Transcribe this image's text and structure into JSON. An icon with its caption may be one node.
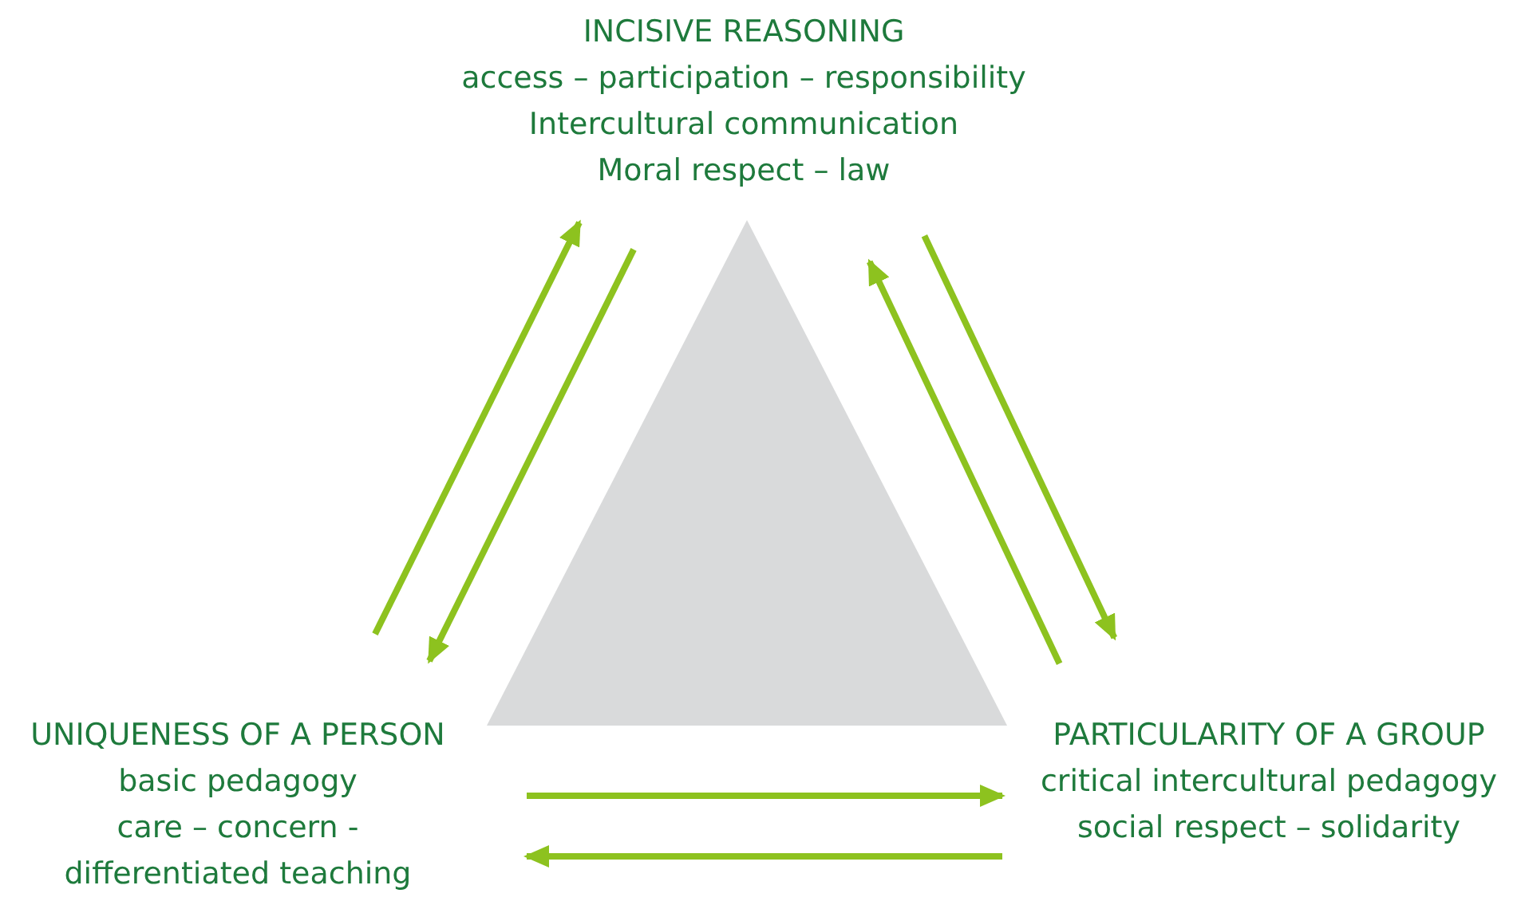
{
  "diagram": {
    "nodes": [
      {
        "text": [
          "INCISIVE REASONING",
          "access – participation – responsibility",
          "Intercultural communication",
          "Moral respect – law"
        ]
      },
      {
        "text": [],
        "shape": "triangle"
      },
      {
        "text": [
          "UNIQUENESS OF A PERSON",
          "basic pedagogy",
          "care – concern - differentiated teaching"
        ]
      },
      {
        "text": [
          "PARTICULARITY OF A GROUP",
          "critical intercultural pedagogy",
          "social respect – solidarity"
        ]
      }
    ],
    "edges": [
      {
        "from": 2,
        "to": 0,
        "arrow": "to"
      },
      {
        "from": 0,
        "to": 2,
        "arrow": "to"
      },
      {
        "from": 0,
        "to": 3,
        "arrow": "to"
      },
      {
        "from": 3,
        "to": 0,
        "arrow": "to"
      },
      {
        "from": 2,
        "to": 3,
        "arrow": "to"
      },
      {
        "from": 3,
        "to": 2,
        "arrow": "to"
      }
    ]
  }
}
